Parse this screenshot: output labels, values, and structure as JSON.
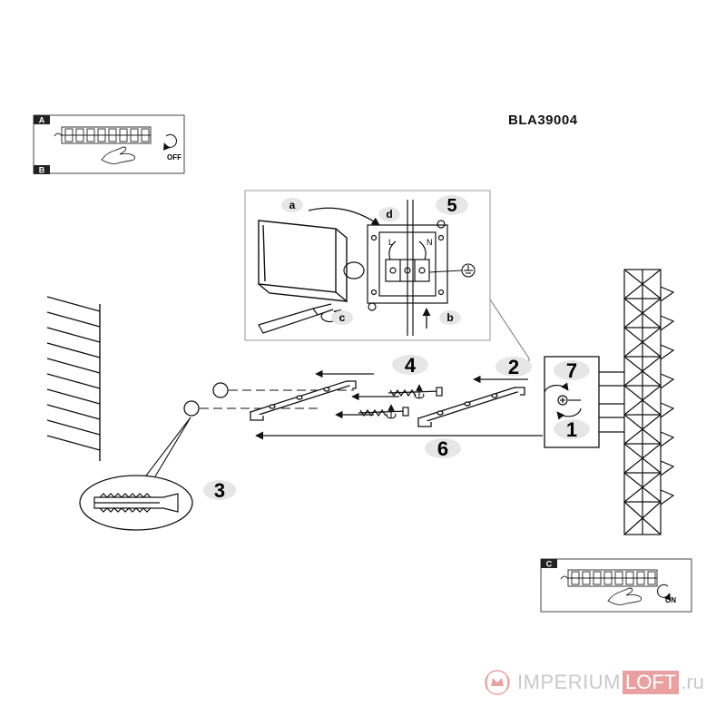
{
  "model": "BLA39004",
  "box_a": {
    "label_a": "A",
    "label_b": "B",
    "note": "OFF"
  },
  "box_c": {
    "label": "C",
    "note": "ON"
  },
  "inset": {
    "a": "a",
    "b": "b",
    "c": "c",
    "d": "d",
    "num": "5",
    "L": "L",
    "N": "N"
  },
  "steps": {
    "s1": "1",
    "s2": "2",
    "s3": "3",
    "s4": "4",
    "s6": "6",
    "s7": "7"
  },
  "watermark": {
    "part1": "IMPERIUM",
    "part2": "LOFT",
    "part3": ".ru"
  }
}
